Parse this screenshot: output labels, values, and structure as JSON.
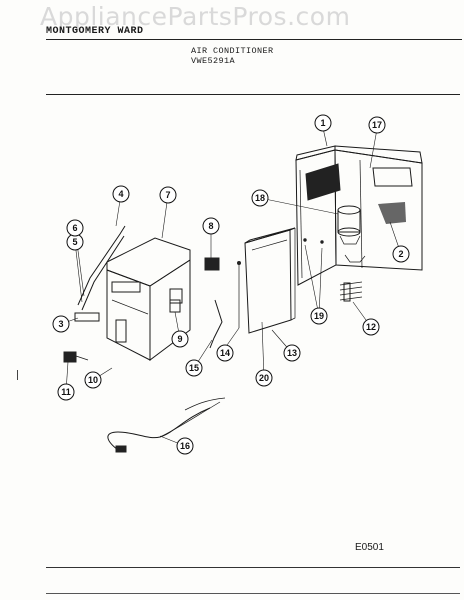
{
  "header": {
    "watermark": "AppliancePartsPros.com",
    "brand": "MONTGOMERY WARD",
    "title": "AIR CONDITIONER",
    "model": "VWE5291A"
  },
  "footer": {
    "diagram_code": "E0501"
  },
  "callouts": [
    "1",
    "2",
    "3",
    "4",
    "5",
    "6",
    "7",
    "8",
    "9",
    "10",
    "11",
    "12",
    "13",
    "14",
    "15",
    "16",
    "17",
    "18",
    "19",
    "20"
  ]
}
